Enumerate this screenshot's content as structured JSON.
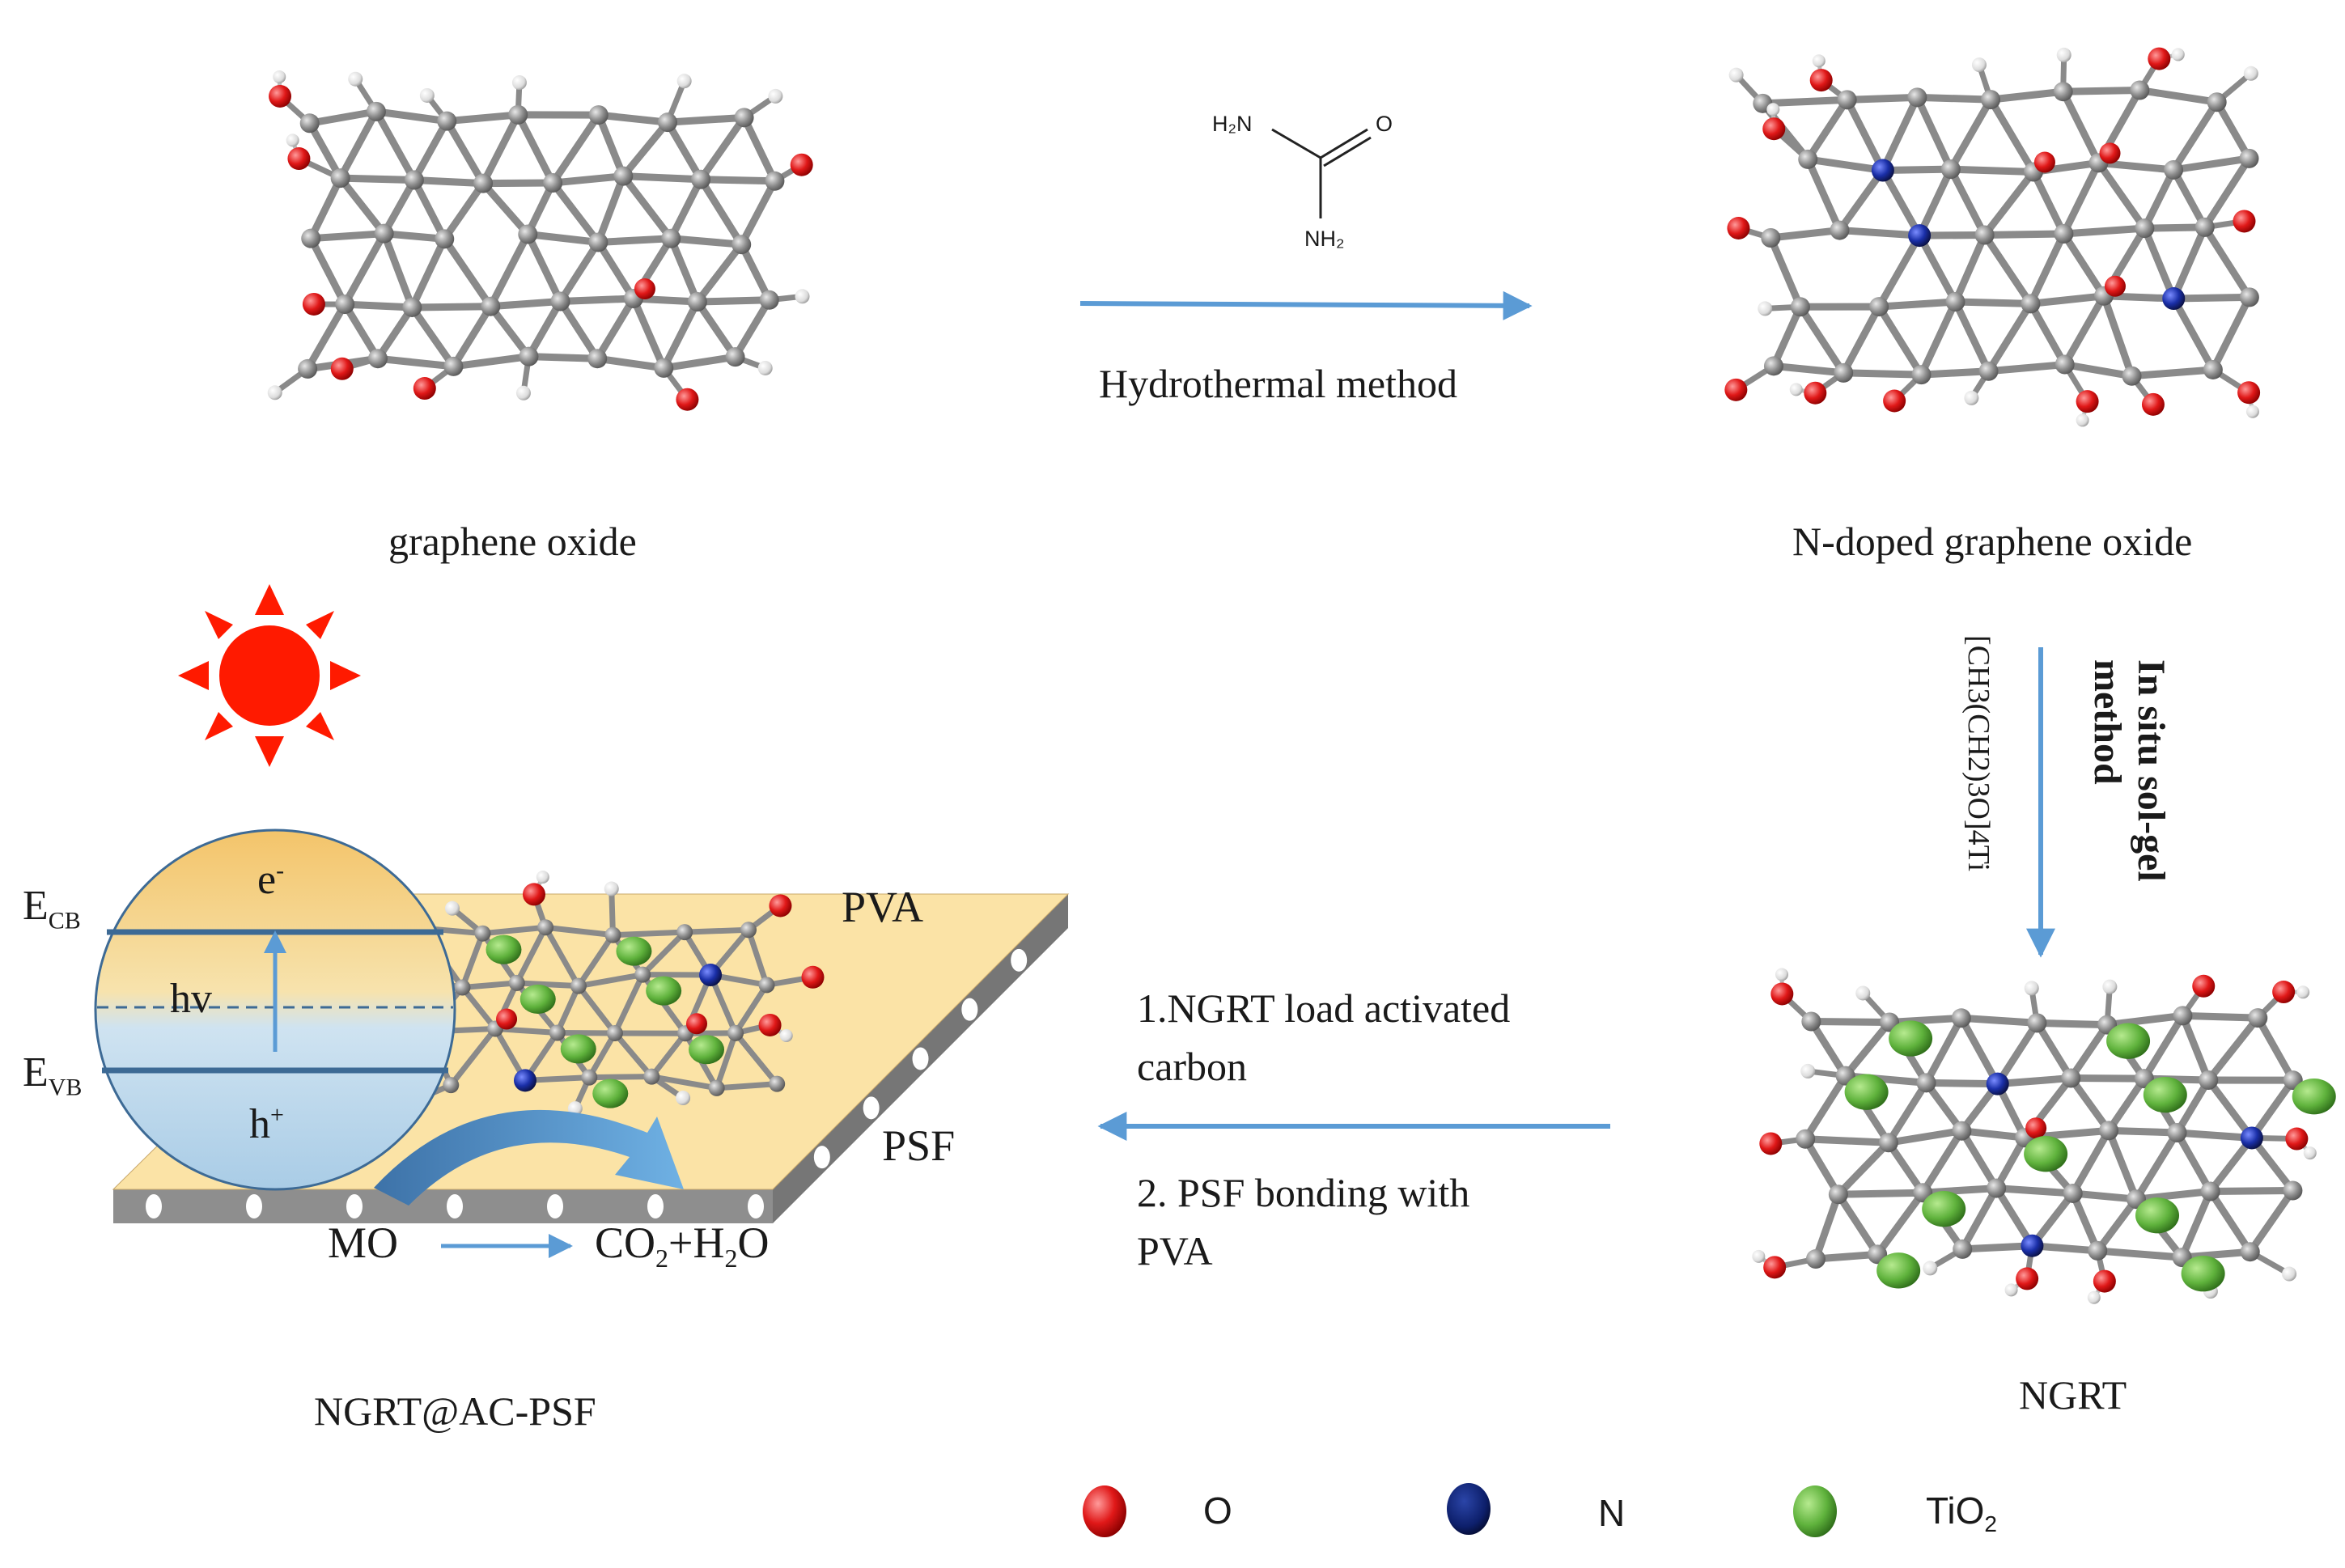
{
  "step1": {
    "reagent_left": "H₂N",
    "reagent_o": "O",
    "reagent_bottom": "NH₂",
    "method": "Hydrothermal method"
  },
  "labels": {
    "graphene_oxide": "graphene oxide",
    "n_doped": "N-doped graphene oxide",
    "ngrt": "NGRT",
    "product": "NGRT@AC-PSF"
  },
  "step2": {
    "method_line1": "In situ sol-gel",
    "method_line2": "method",
    "precursor": "[CH3(CH2)3O]4Ti"
  },
  "step3": {
    "line1": "1.NGRT load activated",
    "line2": "carbon",
    "line3": "2. PSF bonding with",
    "line4": "PVA"
  },
  "membrane": {
    "pva": "PVA",
    "psf": "PSF",
    "ecb_main": "E",
    "ecb_sub": "CB",
    "evb_main": "E",
    "evb_sub": "VB",
    "electron_main": "e",
    "electron_sup": "-",
    "hv": "hv",
    "hole_main": "h",
    "hole_sup": "+",
    "reactant": "MO",
    "product_a": "CO",
    "product_a_sub": "2",
    "product_b": "+H",
    "product_b_sub": "2",
    "product_c": "O"
  },
  "legend": {
    "items": [
      {
        "label": "O",
        "color": "#e41b1b"
      },
      {
        "label": "N",
        "color": "#0d1f6b"
      },
      {
        "label": "TiO",
        "sub": "2",
        "color": "#5fb23c"
      }
    ]
  },
  "colors": {
    "arrow": "#5b9bd5",
    "sun": "#ff1a00",
    "oxygen": "#e41b1b",
    "carbon": "#8c8c8c",
    "hydrogen": "#e6e6e6",
    "nitrogen": "#1a2fa8",
    "tio2": "#5fb23c",
    "pva_layer": "#fbe3a6",
    "psf_layer": "#8e8e8e"
  }
}
